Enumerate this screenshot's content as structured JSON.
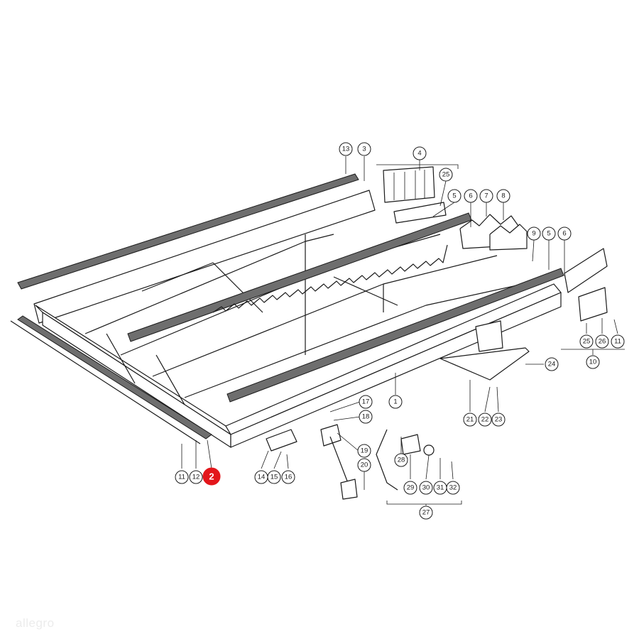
{
  "diagram": {
    "highlighted_callout": "2",
    "highlight_color": "#e3161b",
    "callouts": [
      "13",
      "3",
      "4",
      "25",
      "5",
      "6",
      "7",
      "8",
      "9",
      "5",
      "6",
      "25",
      "26",
      "11",
      "10",
      "24",
      "21",
      "22",
      "23",
      "1",
      "17",
      "18",
      "19",
      "20",
      "11",
      "12",
      "2",
      "14",
      "15",
      "16",
      "28",
      "29",
      "30",
      "31",
      "32",
      "27"
    ]
  },
  "watermark": {
    "text": "allegro"
  }
}
